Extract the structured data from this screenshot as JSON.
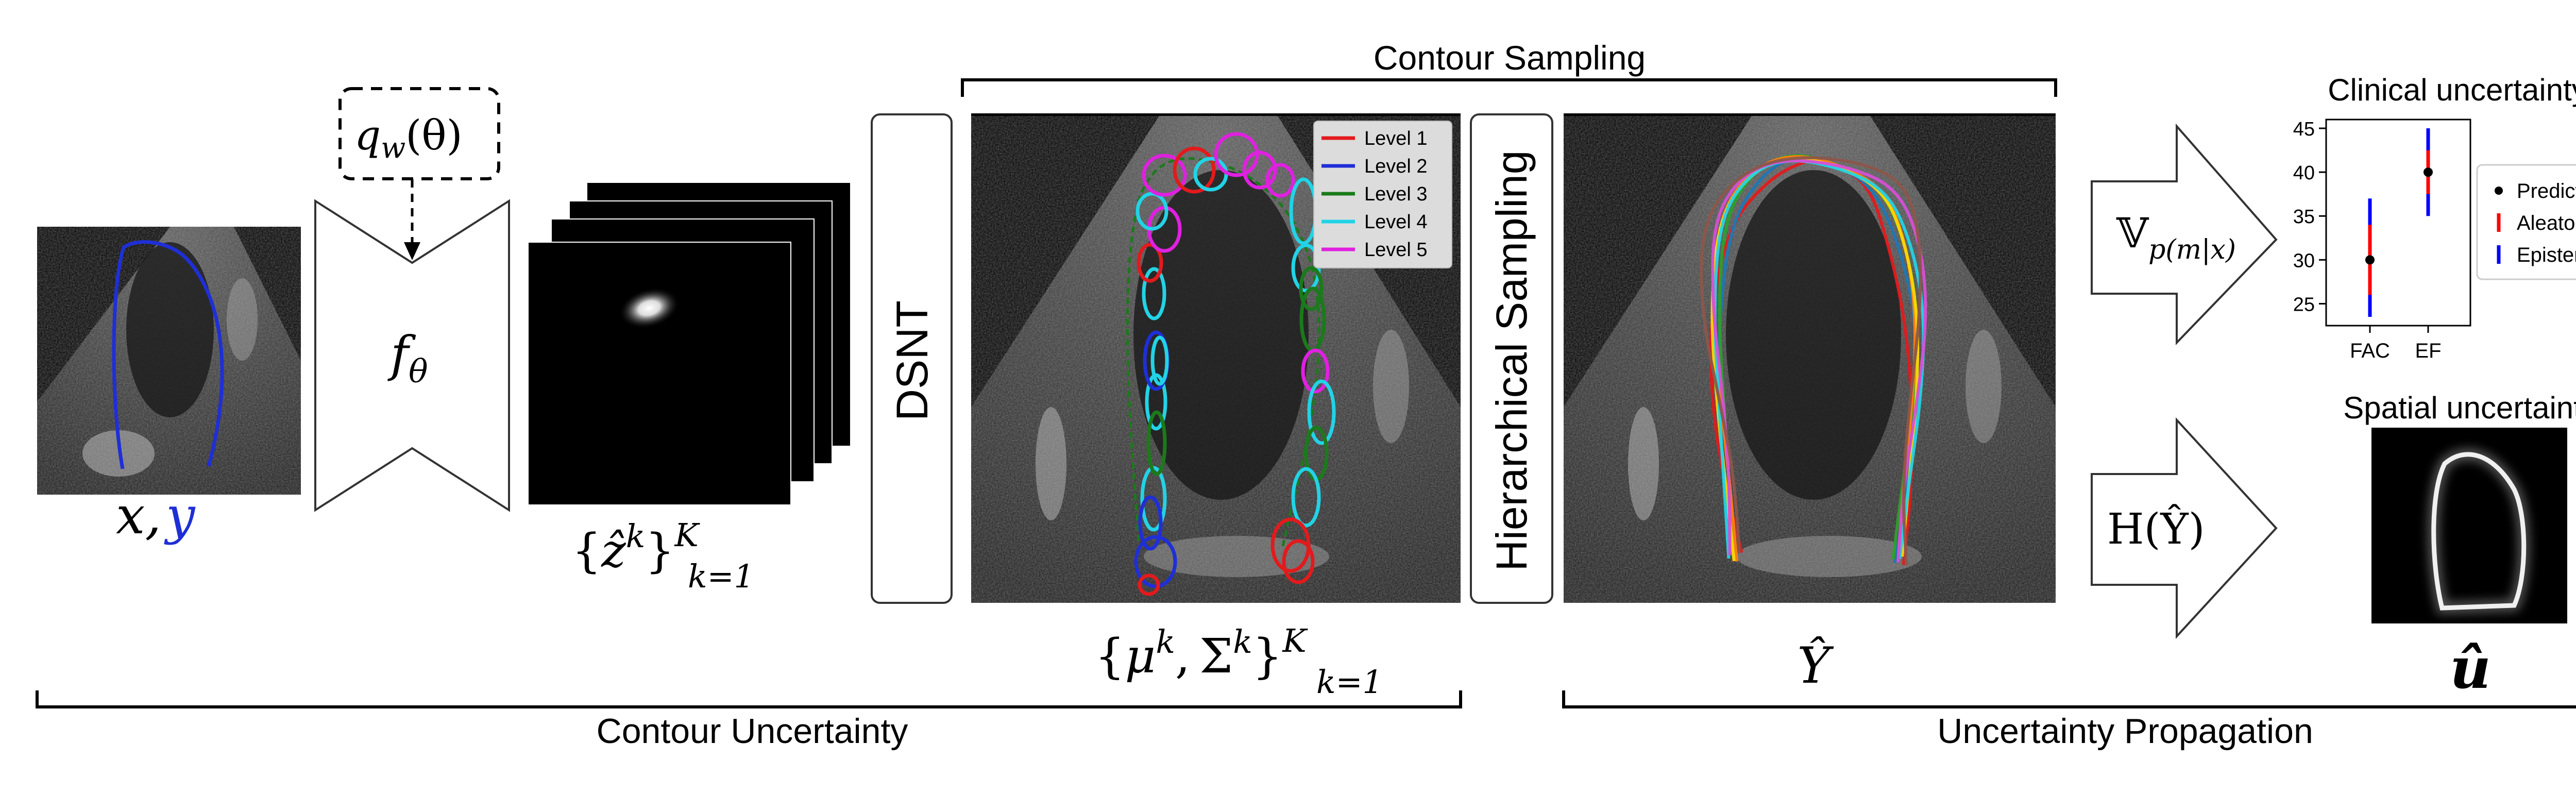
{
  "inputs": {
    "x_symbol": "x,",
    "y_symbol": "y"
  },
  "prior_box": {
    "label": "q_w(θ)",
    "label_main": "q",
    "label_sub": "w",
    "label_arg": "(θ)"
  },
  "network": {
    "label": "f_θ",
    "label_main": "f",
    "label_sub": "θ"
  },
  "heatmaps": {
    "caption": "{ẑ^k}_{k=1}^K",
    "caption_open": "{",
    "caption_var": "ẑ",
    "caption_sup": "k",
    "caption_close": "}",
    "caption_lower": "k=1",
    "caption_upper": "K"
  },
  "dsnt": {
    "label": "DSNT"
  },
  "contour_sampling": {
    "title": "Contour Sampling"
  },
  "gaussians_panel": {
    "caption": "{μ^k, Σ^k}_{k=1}^K",
    "caption_open": "{",
    "caption_mu": "μ",
    "caption_sup1": "k",
    "caption_comma": ",",
    "caption_sigma": "Σ",
    "caption_sup2": "k",
    "caption_close": "}",
    "caption_lower": "k=1",
    "caption_upper": "K",
    "legend": [
      {
        "name": "Level 1",
        "color": "#e31a1c"
      },
      {
        "name": "Level 2",
        "color": "#1f2fd6"
      },
      {
        "name": "Level 3",
        "color": "#1b7a1b"
      },
      {
        "name": "Level 4",
        "color": "#22d3e6"
      },
      {
        "name": "Level 5",
        "color": "#e020e0"
      }
    ]
  },
  "hierarchical_sampling": {
    "label": "Hierarchical Sampling"
  },
  "samples_panel": {
    "caption": "Ŷ"
  },
  "propagation": {
    "variance_label": "𝕍_{p(m|x)}",
    "variance_main": "𝕍",
    "variance_sub": "p(m|x)",
    "entropy_label": "H(Ŷ)"
  },
  "clinical": {
    "title": "Clinical uncertainty",
    "chart_data": {
      "type": "errorbar",
      "categories": [
        "FAC",
        "EF"
      ],
      "prediction": [
        30,
        40
      ],
      "aleatoric": [
        [
          26,
          34
        ],
        [
          37.5,
          42.5
        ]
      ],
      "epistemic": [
        [
          23.5,
          37
        ],
        [
          35,
          45
        ]
      ],
      "ylim": [
        22.5,
        46
      ],
      "yticks": [
        "25",
        "30",
        "35",
        "40",
        "45"
      ],
      "legend": [
        "Prediction",
        "Aleatoric",
        "Epistemic"
      ],
      "legend_colors": [
        "#000000",
        "#ff0000",
        "#0000ff"
      ]
    }
  },
  "spatial": {
    "title": "Spatial uncertainty",
    "caption": "û"
  },
  "brackets": {
    "contour_uncertainty": "Contour Uncertainty",
    "uncertainty_propagation": "Uncertainty Propagation"
  },
  "colors": {
    "contour_blue": "#1f2fd6",
    "sample_colors": [
      "#e31a1c",
      "#1f77b4",
      "#2ca02c",
      "#ff7f0e",
      "#ffd700",
      "#22d3e6",
      "#d64fd6",
      "#8c564b"
    ]
  }
}
